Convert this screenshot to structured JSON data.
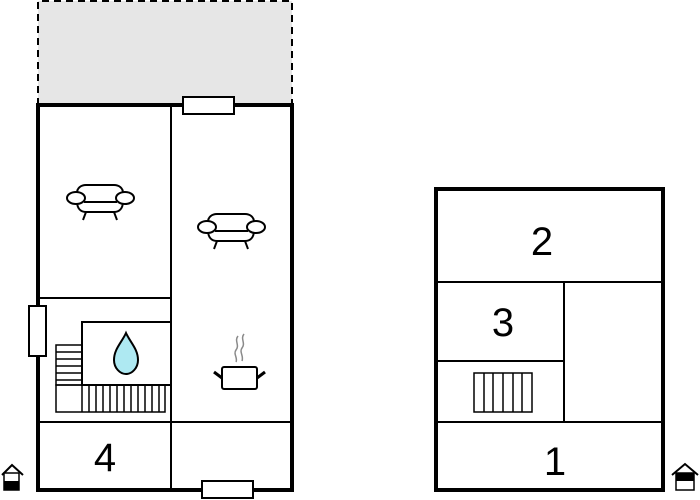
{
  "floor_plan": {
    "ground_floor": {
      "terrace": {
        "fill": "#e6e6e6",
        "border": "dashed"
      },
      "rooms": [
        {
          "id": "living-left",
          "icon": "sofa-icon"
        },
        {
          "id": "living-right",
          "icon": "sofa-icon"
        },
        {
          "id": "sauna-pool",
          "icon": "water-drop-icon",
          "icon_color": "#aee9f2"
        },
        {
          "id": "kitchen",
          "icon": "cooking-pot-icon"
        },
        {
          "id": "room-4",
          "label": "4"
        },
        {
          "id": "entry-hall",
          "label": ""
        }
      ],
      "entrance_icon": "house-entrance-icon"
    },
    "upper_floor": {
      "rooms": [
        {
          "id": "room-2",
          "label": "2"
        },
        {
          "id": "room-3",
          "label": "3"
        },
        {
          "id": "stair-landing",
          "icon": "stairs-icon"
        },
        {
          "id": "side-room",
          "label": ""
        },
        {
          "id": "room-1",
          "label": "1"
        }
      ],
      "entrance_icon": "house-entrance-icon"
    },
    "colors": {
      "wall": "#000000",
      "terrace": "#e6e6e6",
      "water": "#aee9f2",
      "steam": "#8a8a8a"
    }
  }
}
